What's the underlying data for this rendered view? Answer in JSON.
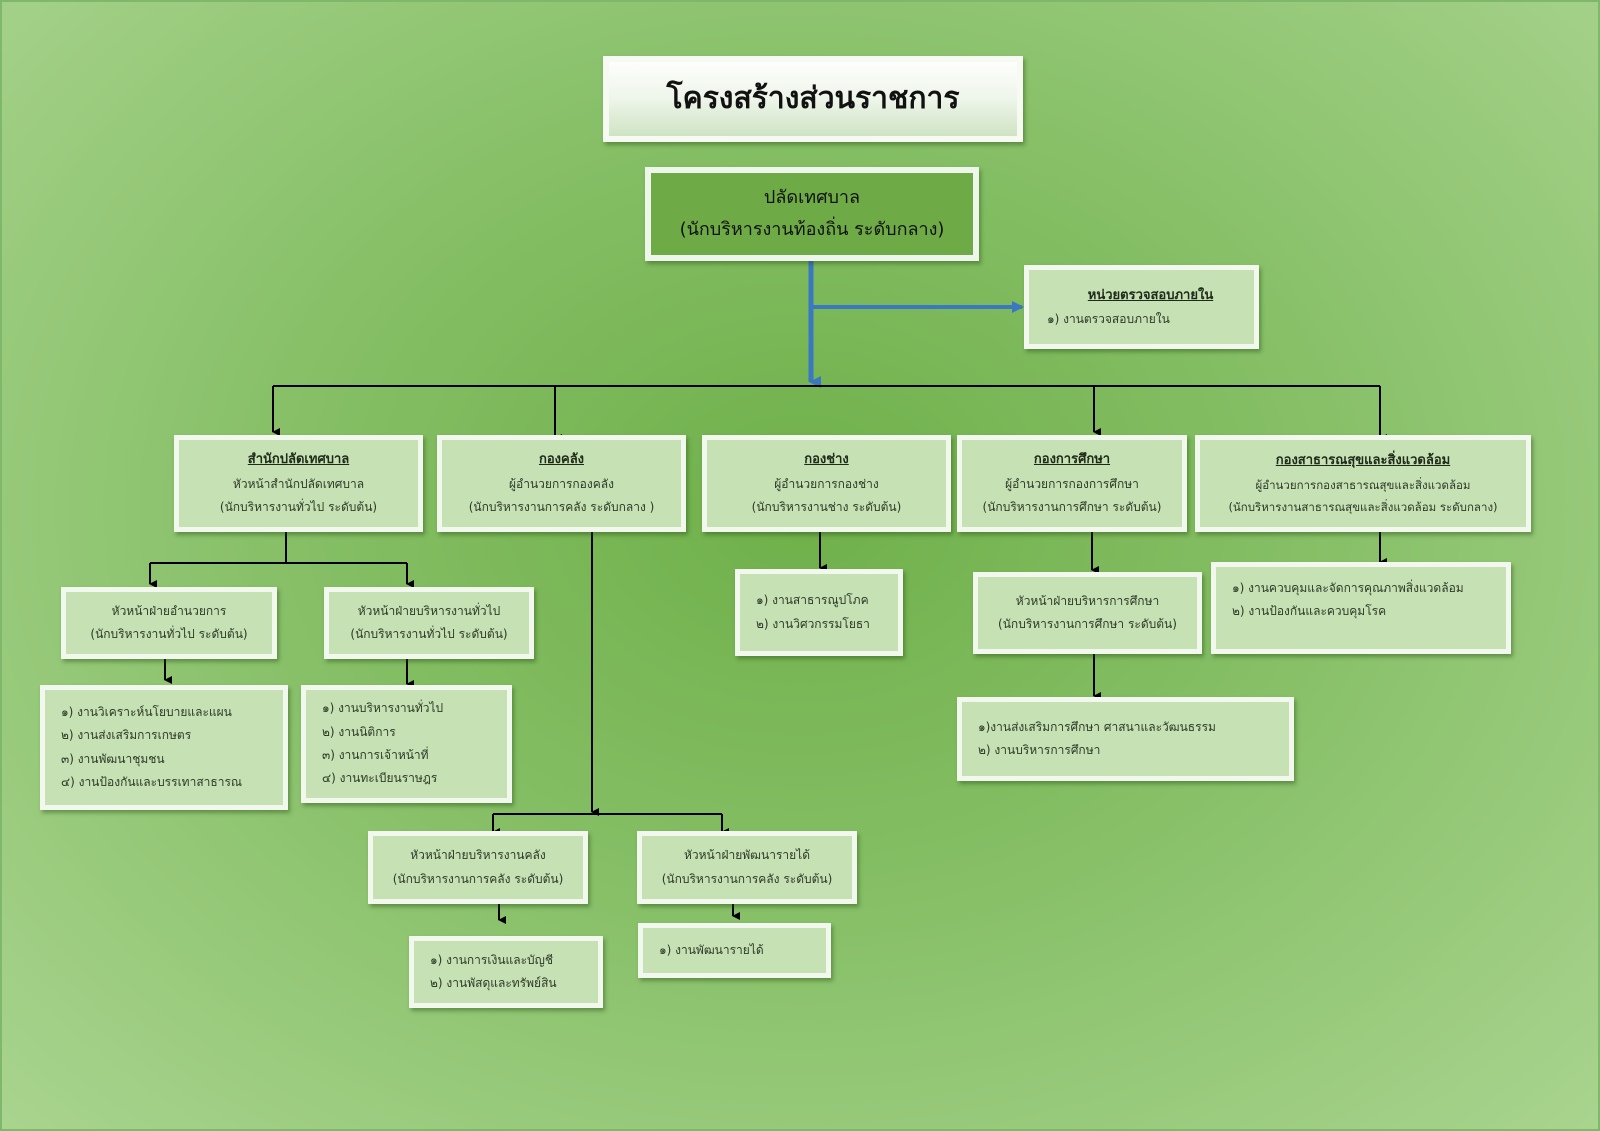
{
  "title": "โครงสร้างส่วนราชการ",
  "root": {
    "title": "ปลัดเทศบาล",
    "subtitle": "(นักบริหารงานท้องถิ่น ระดับกลาง)"
  },
  "audit": {
    "title": "หน่วยตรวจสอบภายใน",
    "items": [
      "๑)  งานตรวจสอบภายใน"
    ]
  },
  "divisions": [
    {
      "title": "สำนักปลัดเทศบาล",
      "head": "หัวหน้าสำนักปลัดเทศบาล",
      "level": "(นักบริหารงานทั่วไป  ระดับต้น)"
    },
    {
      "title": "กองคลัง",
      "head": "ผู้อำนวยการกองคลัง",
      "level": "(นักบริหารงานการคลัง ระดับกลาง )"
    },
    {
      "title": "กองช่าง",
      "head": "ผู้อำนวยการกองช่าง",
      "level": "(นักบริหารงานช่าง ระดับต้น)"
    },
    {
      "title": "กองการศึกษา",
      "head": "ผู้อำนวยการกองการศึกษา",
      "level": "(นักบริหารงานการศึกษา ระดับต้น)"
    },
    {
      "title": "กองสาธารณสุขและสิ่งแวดล้อม",
      "head": "ผู้อำนวยการกองสาธารณสุขและสิ่งแวดล้อม",
      "level": "(นักบริหารงานสาธารณสุขและสิ่งแวดล้อม ระดับกลาง)"
    }
  ],
  "sections": [
    {
      "head": "หัวหน้าฝ่ายอำนวยการ",
      "level": "(นักบริหารงานทั่วไป  ระดับต้น)"
    },
    {
      "head": "หัวหน้าฝ่ายบริหารงานทั่วไป",
      "level": "(นักบริหารงานทั่วไป ระดับต้น)"
    },
    {
      "head": "หัวหน้าฝ่ายบริหารการศึกษา",
      "level": "(นักบริหารงานการศึกษา ระดับต้น)"
    },
    {
      "head": "หัวหน้าฝ่ายบริหารงานคลัง",
      "level": "(นักบริหารงานการคลัง ระดับต้น)"
    },
    {
      "head": "หัวหน้าฝ่ายพัฒนารายได้",
      "level": "(นักบริหารงานการคลัง ระดับต้น)"
    }
  ],
  "task_lists": [
    {
      "items": [
        "๑)  งานวิเคราะห์นโยบายและแผน",
        "๒) งานส่งเสริมการเกษตร",
        "๓)   งานพัฒนาชุมชน",
        "๔)   งานป้องกันและบรรเทาสาธารณ"
      ]
    },
    {
      "items": [
        "๑)  งานบริหารงานทั่วไป",
        "๒)   งานนิติการ",
        "๓)  งานการเจ้าหน้าที่",
        "๔)  งานทะเบียนราษฎร"
      ]
    },
    {
      "items": [
        "๑)  งานสาธารณูปโภค",
        "๒)  งานวิศวกรรมโยธา"
      ]
    },
    {
      "items": [
        "๑)งานส่งเสริมการศึกษา ศาสนาและวัฒนธรรม",
        "๒) งานบริหารการศึกษา"
      ]
    },
    {
      "items": [
        "๑)    งานควบคุมและจัดการคุณภาพสิ่งแวดล้อม",
        "๒)    งานป้องกันและควบคุมโรค"
      ]
    },
    {
      "items": [
        "๑)  งานการเงินและบัญชี",
        "๒) งานพัสดุและทรัพย์สิน"
      ]
    },
    {
      "items": [
        "๑)  งานพัฒนารายได้"
      ]
    }
  ],
  "colors": {
    "background": "#86bf66",
    "connector": "#000000",
    "root_connector": "#3a78c2",
    "box_fill": "#c6e1b4",
    "root_fill": "#6eaa45"
  }
}
